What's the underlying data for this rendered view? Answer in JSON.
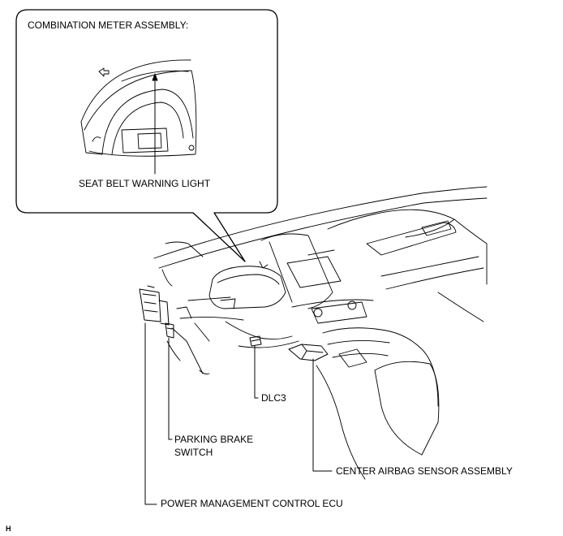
{
  "inset": {
    "title": "COMBINATION METER ASSEMBLY:",
    "callout": "SEAT BELT WARNING LIGHT"
  },
  "labels": {
    "dlc3": "DLC3",
    "parking_brake_line1": "PARKING BRAKE",
    "parking_brake_line2": "SWITCH",
    "center_airbag": "CENTER AIRBAG SENSOR ASSEMBLY",
    "power_mgmt": "POWER MANAGEMENT CONTROL ECU"
  },
  "figure_code": "H",
  "colors": {
    "line": "#000000",
    "background": "#ffffff"
  }
}
